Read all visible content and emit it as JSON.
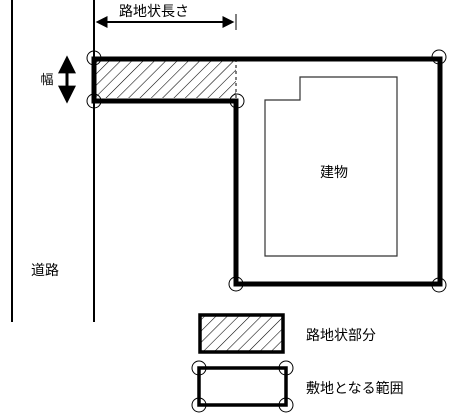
{
  "labels": {
    "flagpole_length": "路地状長さ",
    "width": "幅",
    "road": "道路",
    "building": "建物"
  },
  "legend": {
    "flagpole_part": "路地状部分",
    "site_extent": "敷地となる範囲"
  },
  "colors": {
    "ink": "#000000",
    "paper": "#ffffff",
    "building_outline": "#333333"
  },
  "icons": {
    "length_arrow": "double-headed-horizontal-arrow",
    "width_arrow": "double-headed-vertical-arrow",
    "corner_marker": "circle-outline"
  }
}
